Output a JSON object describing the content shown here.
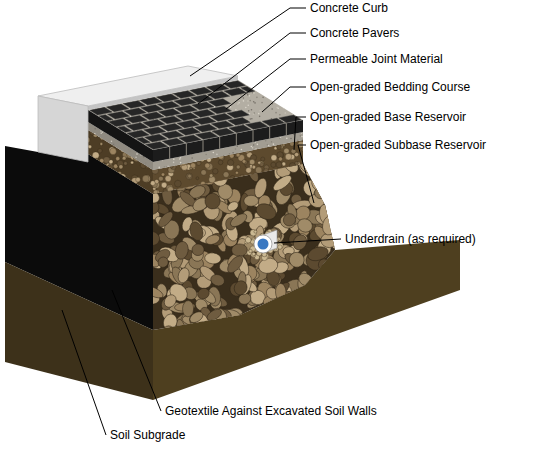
{
  "diagram": {
    "labels": [
      "Concrete Curb",
      "Concrete Pavers",
      "Permeable Joint Material",
      "Open-graded Bedding Course",
      "Open-graded Base Reservoir",
      "Open-graded Subbase Reservoir",
      "Underdrain (as required)",
      "Geotextile Against Excavated Soil Walls",
      "Soil Subgrade"
    ]
  }
}
